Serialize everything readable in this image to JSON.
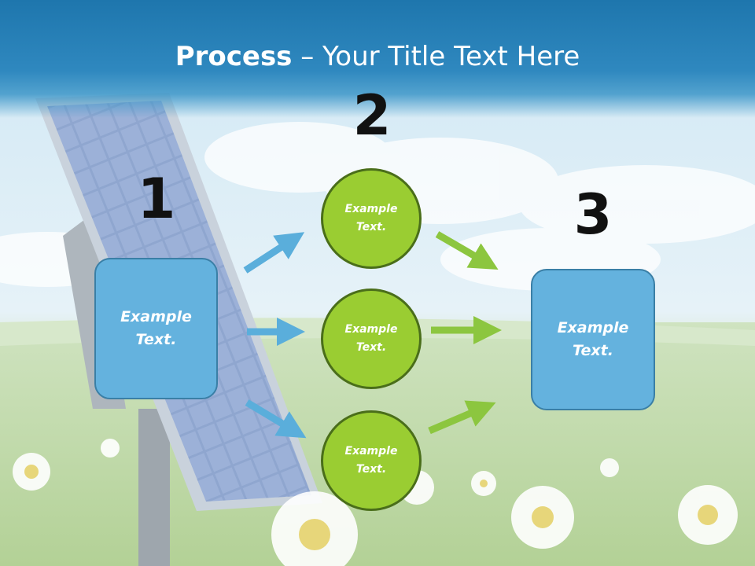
{
  "slide": {
    "title_bold": "Process",
    "title_rest": " – Your Title Text Here"
  },
  "steps": {
    "step1": {
      "number": "1",
      "text": "Example Text."
    },
    "step2": {
      "number": "2",
      "circles": [
        "Example Text.",
        "Example Text.",
        "Example Text."
      ]
    },
    "step3": {
      "number": "3",
      "text": "Example Text."
    }
  },
  "colors": {
    "title_bar": "#1e76ad",
    "box_fill": "#64b2de",
    "circle_fill": "#9acd32",
    "blue_arrow": "#5aaedb",
    "green_arrow": "#8cc63f"
  }
}
